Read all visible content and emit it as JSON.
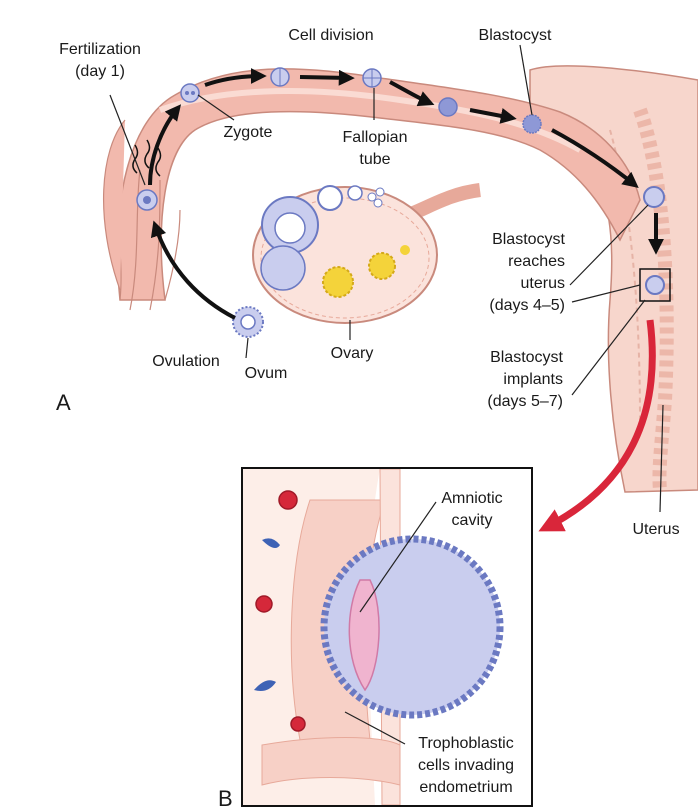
{
  "labels": {
    "fertilization_line1": "Fertilization",
    "fertilization_line2": "(day 1)",
    "cell_division": "Cell division",
    "blastocyst_top": "Blastocyst",
    "zygote": "Zygote",
    "fallopian_line1": "Fallopian",
    "fallopian_line2": "tube",
    "reaches_line1": "Blastocyst",
    "reaches_line2": "reaches",
    "reaches_line3": "uterus",
    "reaches_line4": "(days 4–5)",
    "implants_line1": "Blastocyst",
    "implants_line2": "implants",
    "implants_line3": "(days 5–7)",
    "ovulation": "Ovulation",
    "ovum": "Ovum",
    "ovary": "Ovary",
    "uterus": "Uterus",
    "panel_a": "A",
    "panel_b": "B",
    "amniotic_line1": "Amniotic",
    "amniotic_line2": "cavity",
    "troph_line1": "Trophoblastic",
    "troph_line2": "cells invading",
    "troph_line3": "endometrium"
  },
  "colors": {
    "tissue_pink": "#f2b9ad",
    "tissue_light": "#fbe3dc",
    "tissue_line": "#c98a7d",
    "uterus_wall": "#f7d6cc",
    "cell_blue": "#6b79c2",
    "cell_light": "#c9cdee",
    "follicle_yellow": "#f4d33a",
    "arrow_black": "#111111",
    "arrow_red": "#d9263a",
    "blood_red": "#d5283a",
    "blood_blue": "#3e62b5"
  },
  "icons": [
    "fertilization-squiggle-icon",
    "ovum-icon",
    "zygote-icon",
    "blastocyst-icon"
  ]
}
